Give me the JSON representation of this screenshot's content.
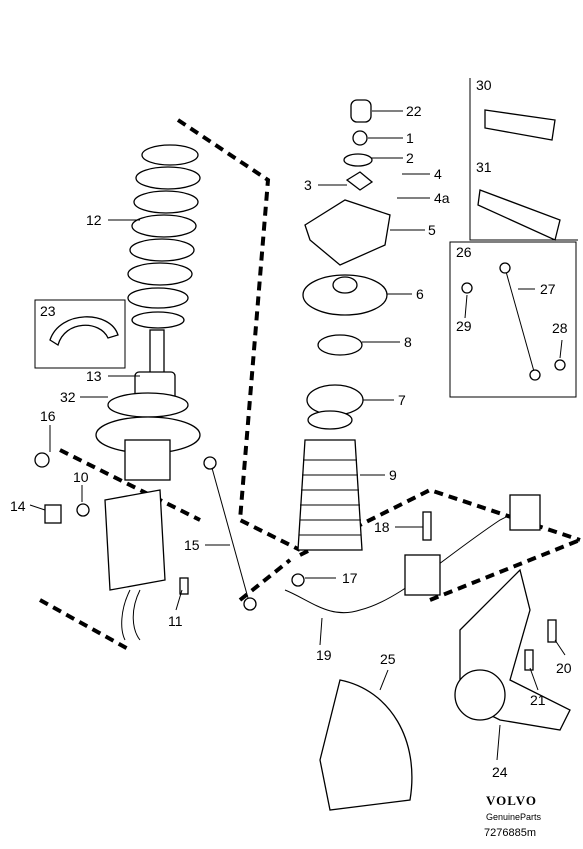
{
  "callouts": {
    "c1": "1",
    "c2": "2",
    "c3": "3",
    "c4": "4",
    "c4a": "4a",
    "c5": "5",
    "c6": "6",
    "c7": "7",
    "c8": "8",
    "c9": "9",
    "c10": "10",
    "c11": "11",
    "c12": "12",
    "c13": "13",
    "c14": "14",
    "c15": "15",
    "c16": "16",
    "c17": "17",
    "c18": "18",
    "c19": "19",
    "c20": "20",
    "c21": "21",
    "c22": "22",
    "c23": "23",
    "c24": "24",
    "c25": "25",
    "c26": "26",
    "c27": "27",
    "c28": "28",
    "c29": "29",
    "c30": "30",
    "c31": "31",
    "c32": "32"
  },
  "footer": {
    "brand": "VOLVO",
    "tagline": "GenuineParts",
    "drawing_number": "7276885m"
  }
}
